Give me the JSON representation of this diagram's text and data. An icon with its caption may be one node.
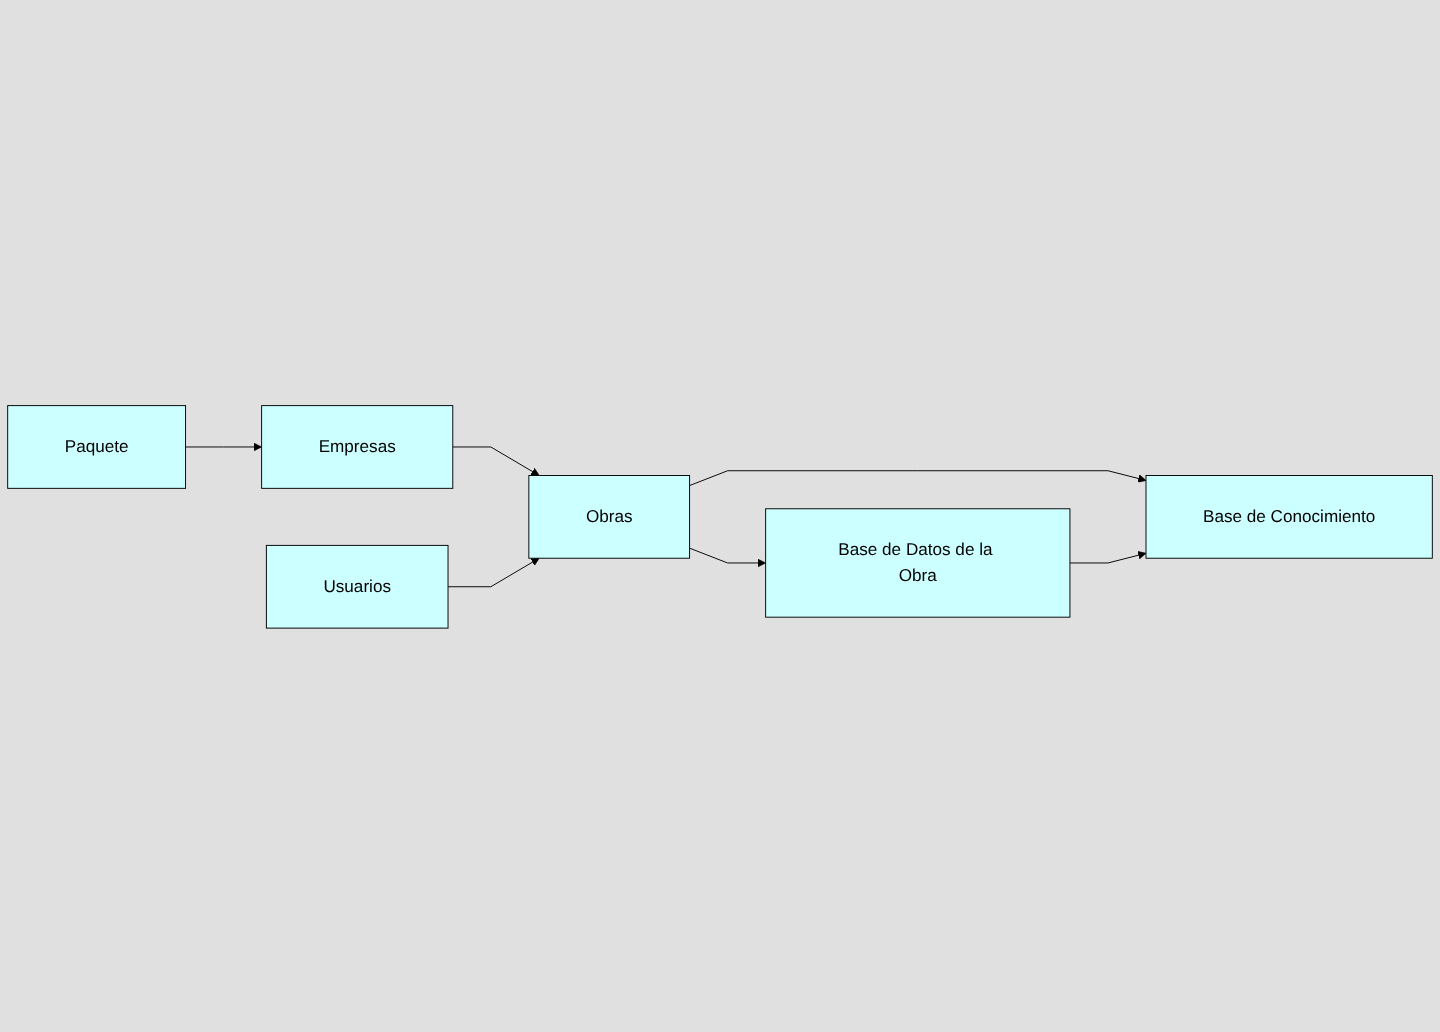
{
  "diagram": {
    "nodes": [
      {
        "text": [
          "Paquete"
        ]
      },
      {
        "text": [
          "Empresas"
        ]
      },
      {
        "text": [
          "Usuarios"
        ]
      },
      {
        "text": [
          "Obras"
        ]
      },
      {
        "text": [
          "Base de Conocimiento"
        ]
      },
      {
        "text": [
          "Base de Datos de la Obra"
        ]
      }
    ],
    "edges": [
      {
        "from": 0,
        "to": 1,
        "arrow": "to"
      },
      {
        "from": 1,
        "to": 3,
        "arrow": "to"
      },
      {
        "from": 2,
        "to": 3,
        "arrow": "to"
      },
      {
        "from": 3,
        "to": 4,
        "arrow": "to"
      },
      {
        "from": 3,
        "to": 5,
        "arrow": "to"
      },
      {
        "from": 5,
        "to": 4,
        "arrow": "to"
      }
    ]
  }
}
